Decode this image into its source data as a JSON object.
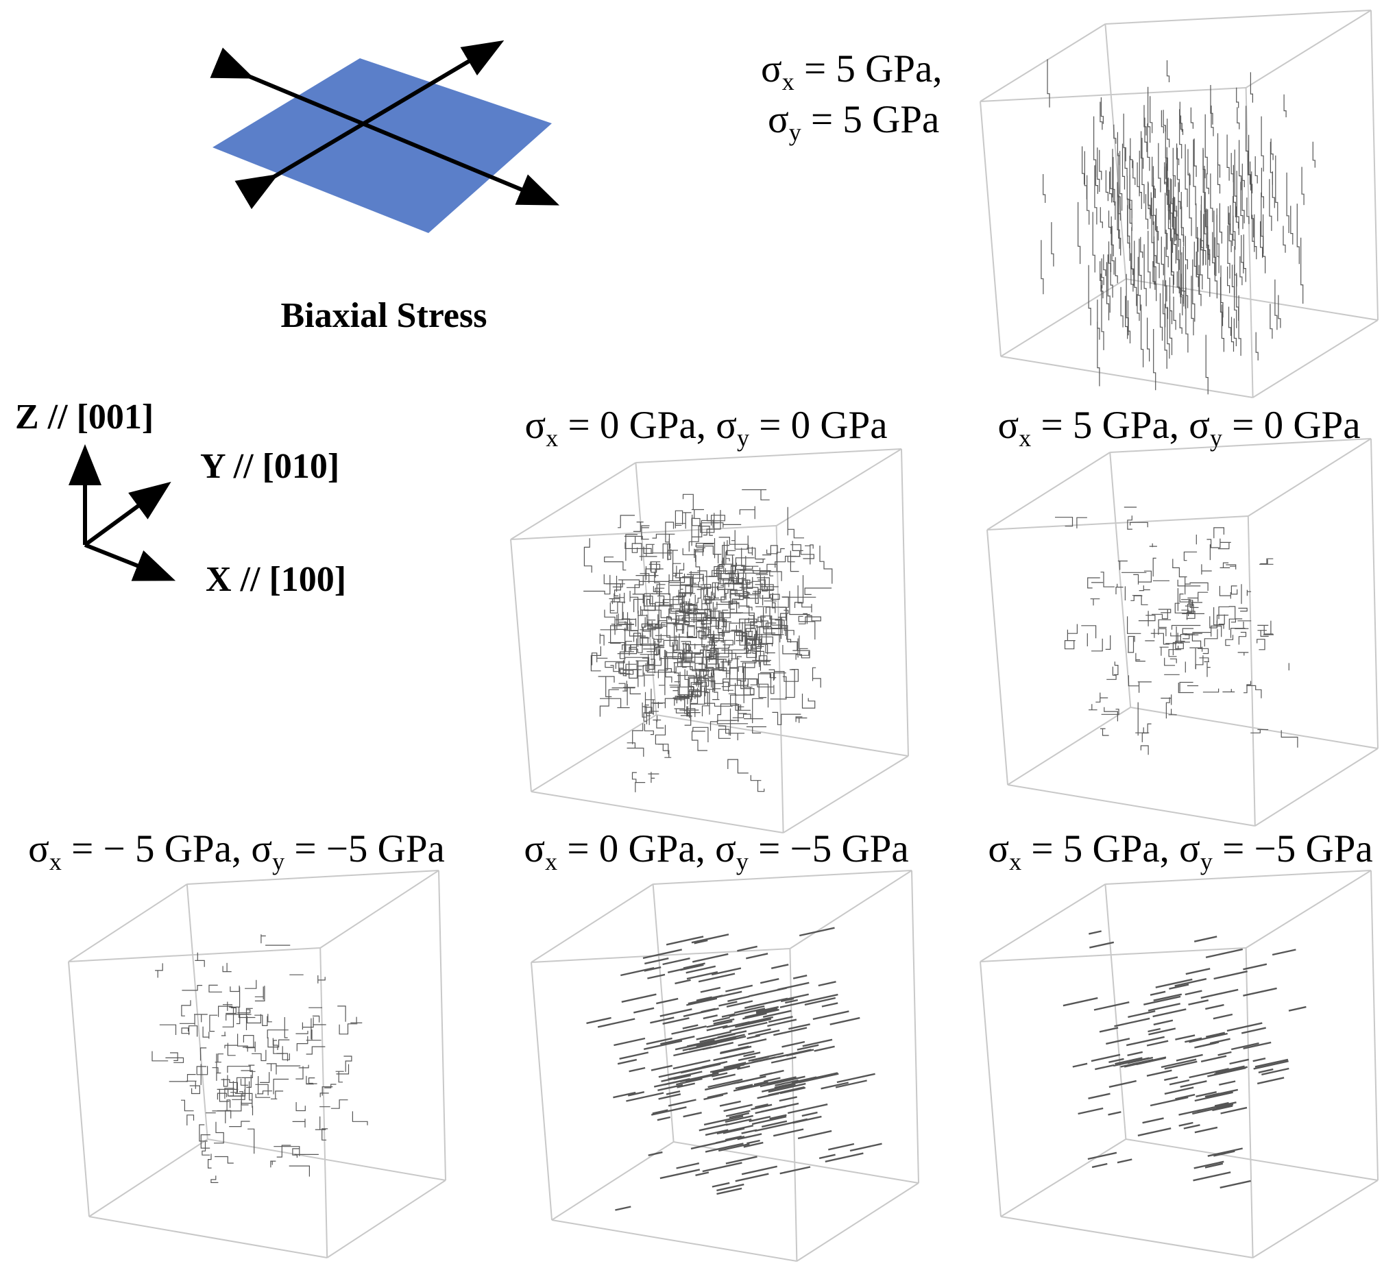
{
  "schematic": {
    "caption": "Biaxial Stress",
    "plane_color": "#5b7fc9"
  },
  "axes": {
    "z_label": "Z // [001]",
    "y_label": "Y // [010]",
    "x_label": "X // [100]"
  },
  "sigma_symbol": "σ",
  "sub_x": "x",
  "sub_y": "y",
  "panels": [
    {
      "id": "p_5_5",
      "sx": " = 5 GPa,",
      "sy": " = 5 GPa",
      "pattern": "vertical"
    },
    {
      "id": "p_0_0",
      "sx": " = 0 GPa, ",
      "sy": " = 0 GPa",
      "pattern": "tangle"
    },
    {
      "id": "p_5_0",
      "sx": " = 5 GPa, ",
      "sy": " = 0 GPa",
      "pattern": "sparse"
    },
    {
      "id": "p_m5_m5",
      "sx": " = − 5 GPa, ",
      "sy": " = −5 GPa",
      "pattern": "sparse"
    },
    {
      "id": "p_0_m5",
      "sx": " = 0 GPa, ",
      "sy": " = −5 GPa",
      "pattern": "diagonal"
    },
    {
      "id": "p_5_m5",
      "sx": " = 5 GPa, ",
      "sy": " = −5 GPa",
      "pattern": "diagonal-sparse"
    }
  ]
}
